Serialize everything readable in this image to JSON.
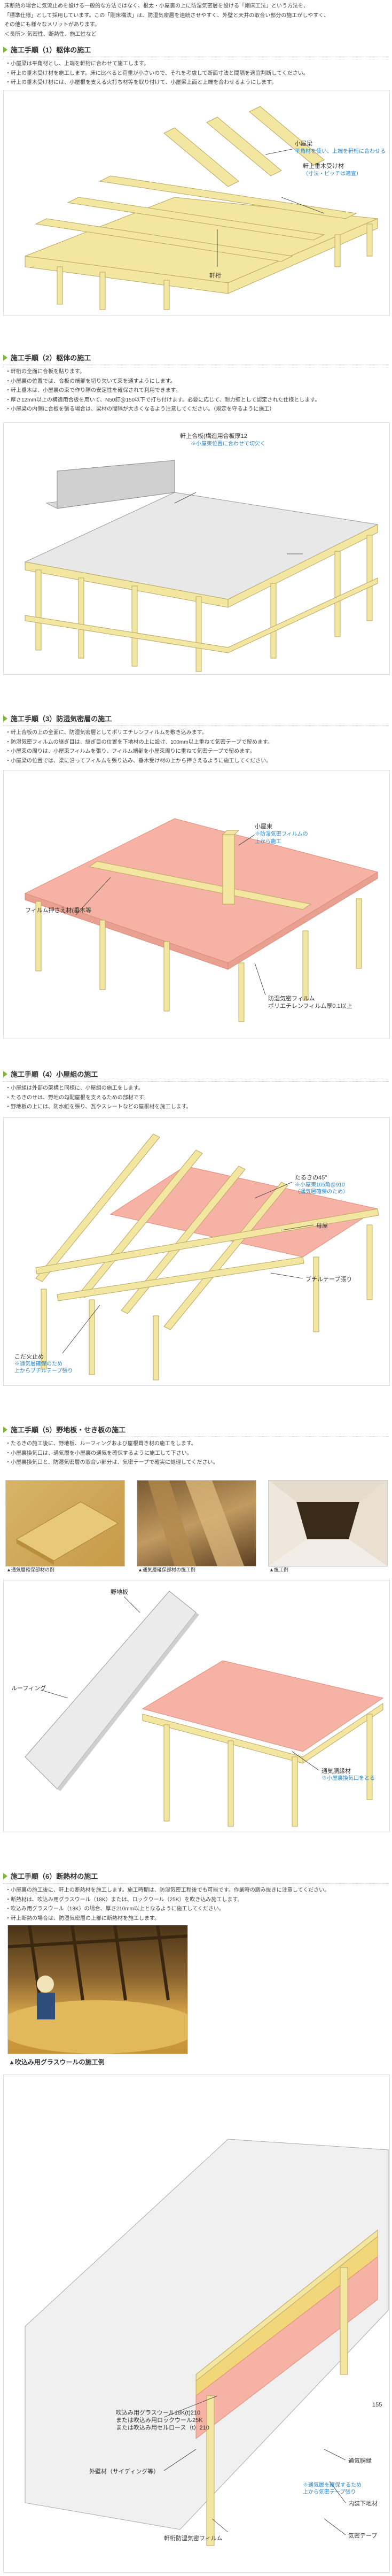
{
  "intro": [
    "床断熱の場合に気流止めを設ける一般的な方法ではなく、根太・小屋裏の上に防湿気密層を設ける「剛床工法」という方法を、",
    "「標準仕様」として採用しています。この「剛床構法」は、防湿気密層を連続させやすく、外壁と天井の取合い部分の施工がしやすく、",
    "その他にも様々なメリットがあります。",
    "＜長所＞ 気密性、断熱性、施工性など"
  ],
  "sections": [
    {
      "title": "施工手順（1）躯体の施工",
      "bullets": [
        "・小屋梁は平角材とし、上端を軒桁に合わせて施工します。",
        "・軒上の垂木受け材を施工します。床に比べると荷重が小さいので、それを考慮して断面寸法と間隔を適宜判断してください。",
        "・軒上の垂木受け材には、小屋根を支える火打ち材等を取り付けて、小屋梁上面と上端を合わせるようにします。"
      ],
      "labels": {
        "koya": "小屋梁",
        "koya_note": "平角材を使い、上端を軒桁に合わせる",
        "noki": "軒上垂木受け材",
        "noki_note": "（寸法・ピッチは適宜）",
        "keta": "軒桁"
      }
    },
    {
      "title": "施工手順（2）躯体の施工",
      "bullets": [
        "・軒桁の全面に合板を貼ります。",
        "・小屋裏の位置では、合板の端部を切り欠いて束を通すようにします。",
        "・軒上垂木は、小屋裏の束で作り際の安定性を確保されて利用できます。",
        "・厚さ12mm以上の構造用合板を用いて、N50釘@150以下で打ち付けます。必要に応じて、耐力壁として認定された仕様とします。",
        "・小屋梁の内側に合板を張る場合は、梁材の間隔が大きくなるよう注意してください。（規定を守るように施工）"
      ],
      "labels": {
        "plywood": "軒上合板(構造用合板厚12",
        "plywood_note": "※小屋束位置に合わせて切欠く"
      }
    },
    {
      "title": "施工手順（3）防湿気密層の施工",
      "bullets": [
        "・軒上合板の上の全面に、防湿気密層としてポリエチレンフィルムを敷き込みます。",
        "・防湿気密フィルムの継ぎ目は、継ぎ目の位置を下地材の上に設け、100mm以上重ねて気密テープで留めます。",
        "・小屋束の周りは、小屋束フィルムを張り、フィルム端部を小屋束周りに重ねて気密テープで留めます。",
        "・小屋梁の位置では、梁に沿ってフィルムを張り込み、垂木受け材の上から押さえるように施工してください。"
      ],
      "labels": {
        "press": "フィルム押さえ材(垂木等",
        "tsuka": "小屋束",
        "tsuka_note": "※防湿気密フィルムの",
        "tsuka_note2": "上から施工",
        "film": "防湿気密フィルム",
        "film_note": "ポリエチレンフィルム厚0.1以上"
      }
    },
    {
      "title": "施工手順（4）小屋組の施工",
      "bullets": [
        "・小屋組は外部の架構と同様に、小屋組の施工をします。",
        "・たるきのせは、野地の勾配屋根を支えるための部材です。",
        "・野地板の上には、防水紙を張り、瓦やスレートなどの屋根材を施工します。"
      ],
      "labels": {
        "taruki": "たるきの45°",
        "taruki_note": "※小屋束105角@910",
        "taruki_note2": "（通気層確保のため）",
        "moya": "母屋",
        "tape": "ブチルテープ張り",
        "kaisho": "こだ火止め",
        "kaisho_note": "※通気層確保のため",
        "kaisho_note2": "上からブチルテープ張り"
      }
    },
    {
      "title": "施工手順（5）野地板・せき板の施工",
      "bullets": [
        "・たるきの施工後に、野地板、ルーフィングおよび屋根葺き材の施工をします。",
        "・小屋裏換気口は、通気層を小屋裏の通気を確保するように施工して下さい。",
        "・小屋裏換気口と、防湿気密層の取合い部分は、気密テープで確実に処理してください。"
      ],
      "captions": [
        "▲通気層確保部材の例",
        "▲通気層確保部材の施工例",
        "▲施工例"
      ],
      "labels": {
        "nojiita": "野地板",
        "roofing": "ルーフィング",
        "ventoki": "通気胴縁材",
        "vent_note": "※小屋裏換気口をとる"
      }
    },
    {
      "title": "施工手順（6）断熱材の施工",
      "bullets": [
        "・小屋裏の施工後に、軒上の断熱材を施工します。施工時期は、防湿気密工程後でも可能です。作業時の踏み抜きに注意してください。",
        "・断熱材は、吹込み用グラスウール（18K）または、ロックウール（25K）を吹き込み施工します。",
        "・吹込み用グラスウール（18K）の場合、厚さ210mm以上となるように施工してください。",
        "・軒上断熱の場合は、防湿気密層の上部に断熱材を施工します。"
      ],
      "photo_caption": "▲吹込み用グラスウールの施工例",
      "labels": {
        "gw": "吹込み用グラスウール18K(t)210",
        "gw2": "または吹込み用ロックウール25K",
        "gw3": "または吹込み用セルロース（t）210",
        "wall": "外壁材（サイディング等）",
        "fill": "軒桁防湿気密フィルム",
        "vent": "通気胴縁",
        "inner": "内装下地材",
        "tape": "気密テープ",
        "gap": "※通気層を確保するため",
        "gap2": "上から気密テープ張り",
        "d155": "155"
      }
    }
  ]
}
